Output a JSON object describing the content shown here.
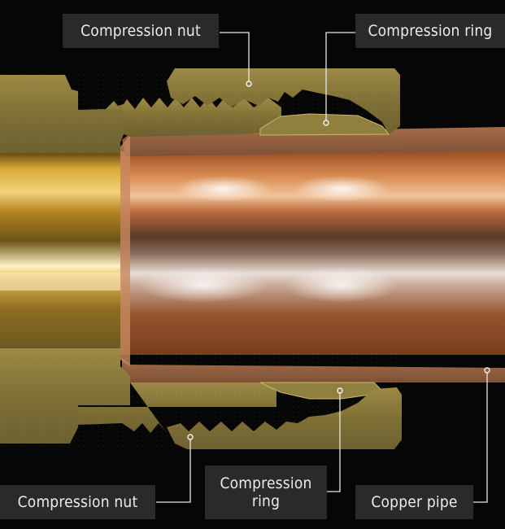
{
  "figure": {
    "subject": "Compression fitting cross-section",
    "background_color": "#060606",
    "colors": {
      "brass": "#8a7a3a",
      "brass_light": "#c9b45a",
      "copper": "#b86a3a",
      "copper_highlight": "#f6e3cf",
      "label_bg": "#2a2a2a",
      "label_text": "#ececec",
      "leader_line": "#e8e8e8"
    }
  },
  "labels": {
    "top_nut": {
      "text": "Compression nut"
    },
    "top_ring": {
      "text": "Compression ring"
    },
    "bottom_nut": {
      "text": "Compression nut"
    },
    "bottom_ring": {
      "line1": "Compression",
      "line2": "ring"
    },
    "copper_pipe": {
      "text": "Copper pipe"
    }
  }
}
